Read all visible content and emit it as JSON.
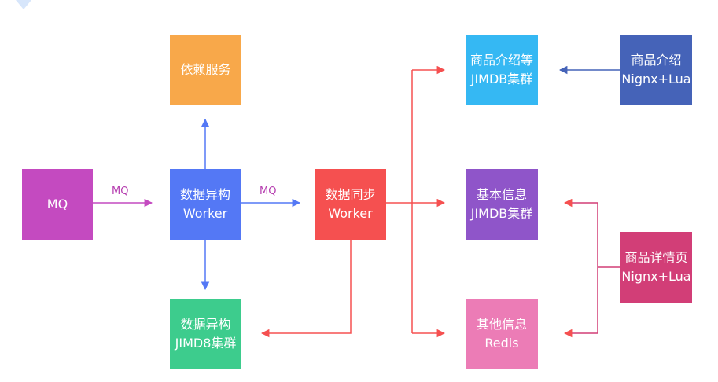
{
  "colors": {
    "mq": "#c44ac0",
    "depend": "#f8a84a",
    "hetero_worker": "#5478f5",
    "sync_worker": "#f55050",
    "hetero_jimdb": "#3dcc8d",
    "intro_jimdb": "#35b8f3",
    "basic_jimdb": "#8f55c9",
    "other_redis": "#ec7cb6",
    "intro_nginx": "#4563b8",
    "detail_nginx": "#d23e77",
    "arrow_blue": "#5478f5",
    "arrow_red": "#f55050",
    "arrow_purple": "#c44ac0",
    "arrow_navy": "#4563b8"
  },
  "nodes": {
    "mq": {
      "line1": "MQ"
    },
    "depend": {
      "line1": "依赖服务"
    },
    "hetero_worker": {
      "line1": "数据异构",
      "line2": "Worker"
    },
    "sync_worker": {
      "line1": "数据同步",
      "line2": "Worker"
    },
    "hetero_jimdb": {
      "line1": "数据异构",
      "line2": "JIMD8集群"
    },
    "intro_jimdb": {
      "line1": "商品介绍等",
      "line2": "JIMDB集群"
    },
    "basic_jimdb": {
      "line1": "基本信息",
      "line2": "JIMDB集群"
    },
    "other_redis": {
      "line1": "其他信息",
      "line2": "Redis"
    },
    "intro_nginx": {
      "line1": "商品介绍",
      "line2": "Nignx+Lua"
    },
    "detail_nginx": {
      "line1": "商品详情页",
      "line2": "Nignx+Lua"
    }
  },
  "edge_labels": {
    "mq_to_hetero": "MQ",
    "hetero_to_sync": "MQ"
  }
}
